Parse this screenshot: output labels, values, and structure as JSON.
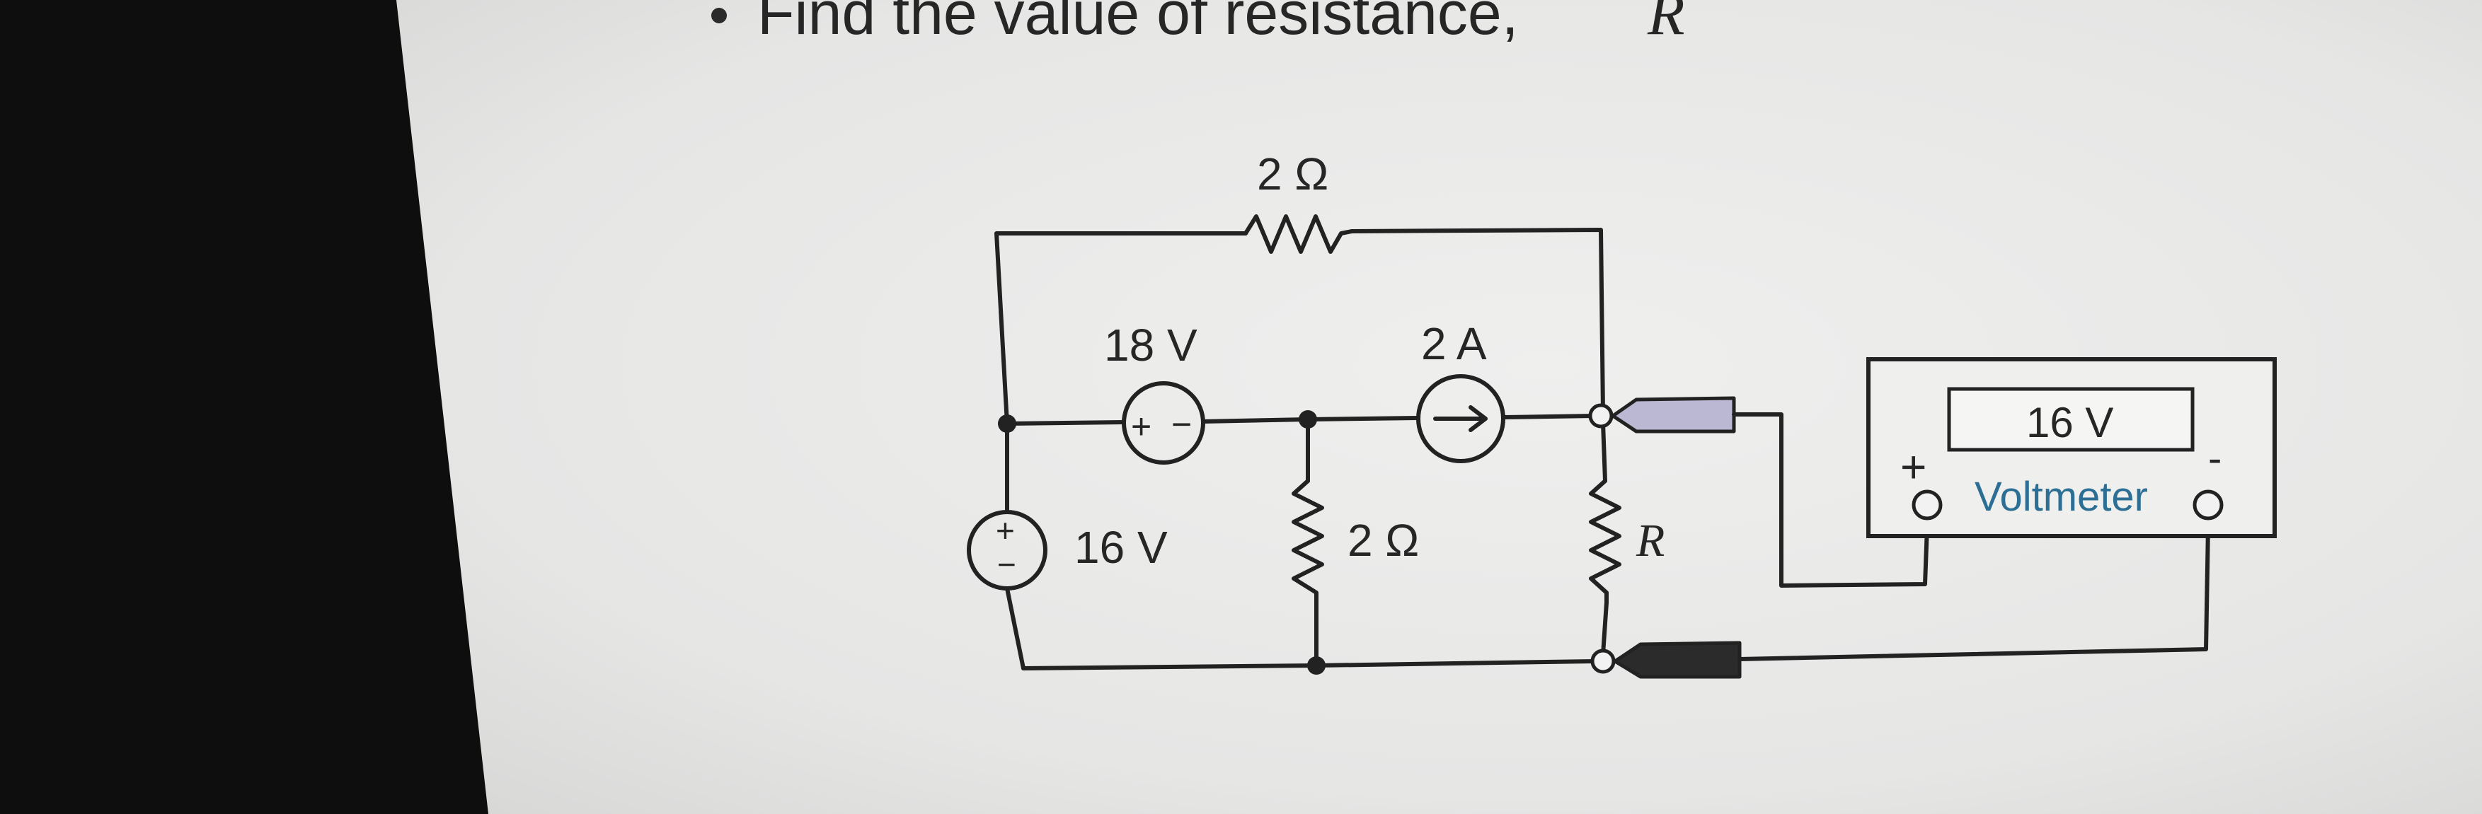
{
  "question": {
    "bullet": "•",
    "text": "Find the value of resistance,",
    "variable": "R"
  },
  "circuit": {
    "top_resistor": "2 Ω",
    "voltage_source_mid": "18 V",
    "current_source": "2 A",
    "voltage_source_left": "16 V",
    "middle_resistor": "2 Ω",
    "unknown_resistor": "R",
    "source_plus": "+",
    "source_minus": "−"
  },
  "voltmeter": {
    "reading": "16 V",
    "label": "Voltmeter",
    "plus_terminal": "+",
    "minus_terminal": "-"
  },
  "colors": {
    "page": "#e9e9e8",
    "background": "#0e0e0e",
    "wire": "#222222",
    "voltmeter_label": "#2d6f94",
    "probe_tip": "#b8b6d0"
  }
}
